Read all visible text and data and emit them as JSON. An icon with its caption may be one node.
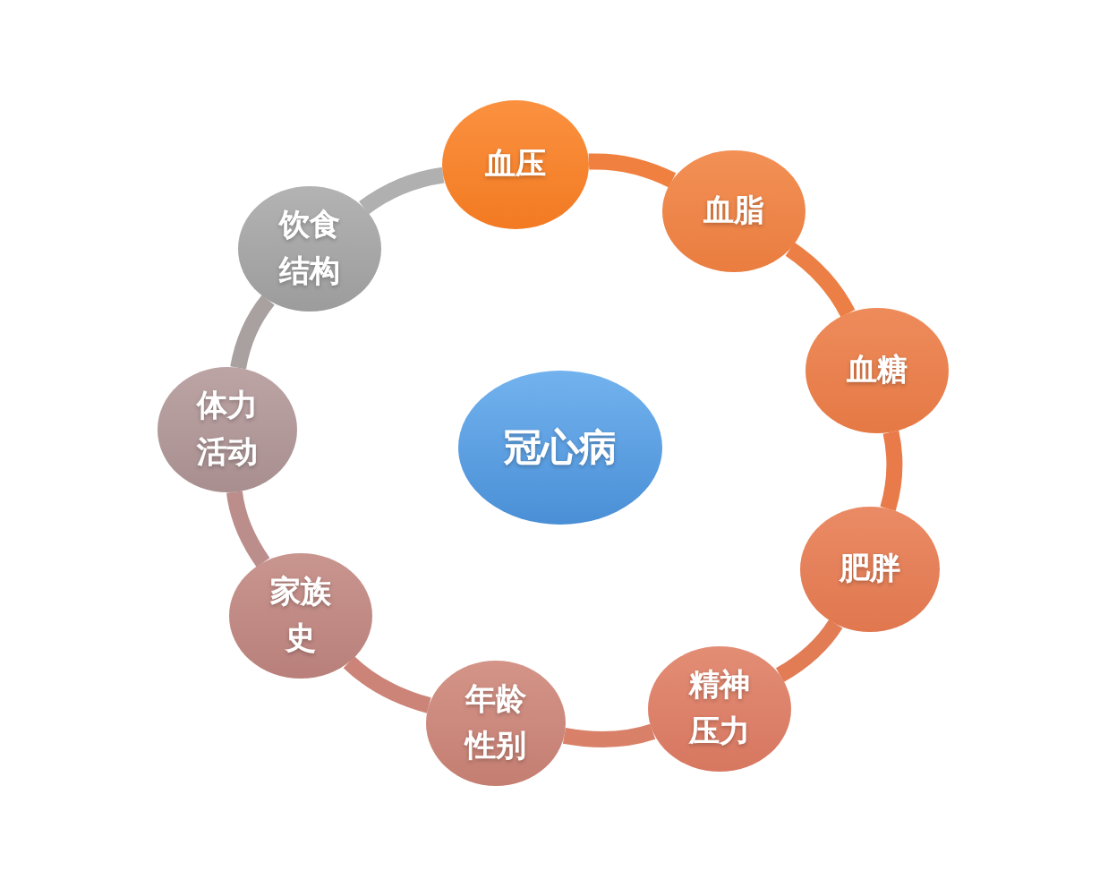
{
  "diagram": {
    "nodes": [
      {
        "text": [
          "冠心病"
        ]
      },
      {
        "text": [
          "血压"
        ]
      },
      {
        "text": [
          "血脂"
        ]
      },
      {
        "text": [
          "血糖"
        ]
      },
      {
        "text": [
          "肥胖"
        ]
      },
      {
        "text": [
          "精神压力"
        ]
      },
      {
        "text": [
          "年龄性别"
        ]
      },
      {
        "text": [
          "家族史"
        ]
      },
      {
        "text": [
          "体力活动"
        ]
      },
      {
        "text": [
          "饮食结构"
        ]
      }
    ],
    "edges": [
      {
        "from": 1,
        "to": 2,
        "arrow": "none",
        "color": "#f08040"
      },
      {
        "from": 2,
        "to": 3,
        "arrow": "none",
        "color": "#ec7f45"
      },
      {
        "from": 3,
        "to": 4,
        "arrow": "none",
        "color": "#e97a4a"
      },
      {
        "from": 4,
        "to": 5,
        "arrow": "none",
        "color": "#e27c55"
      },
      {
        "from": 5,
        "to": 6,
        "arrow": "none",
        "color": "#d98068"
      },
      {
        "from": 6,
        "to": 7,
        "arrow": "none",
        "color": "#cc8478"
      },
      {
        "from": 7,
        "to": 8,
        "arrow": "none",
        "color": "#bb8e8c"
      },
      {
        "from": 8,
        "to": 9,
        "arrow": "none",
        "color": "#a9a0a0"
      },
      {
        "from": 9,
        "to": 1,
        "arrow": "none",
        "color": "#b0b0b0"
      }
    ]
  }
}
